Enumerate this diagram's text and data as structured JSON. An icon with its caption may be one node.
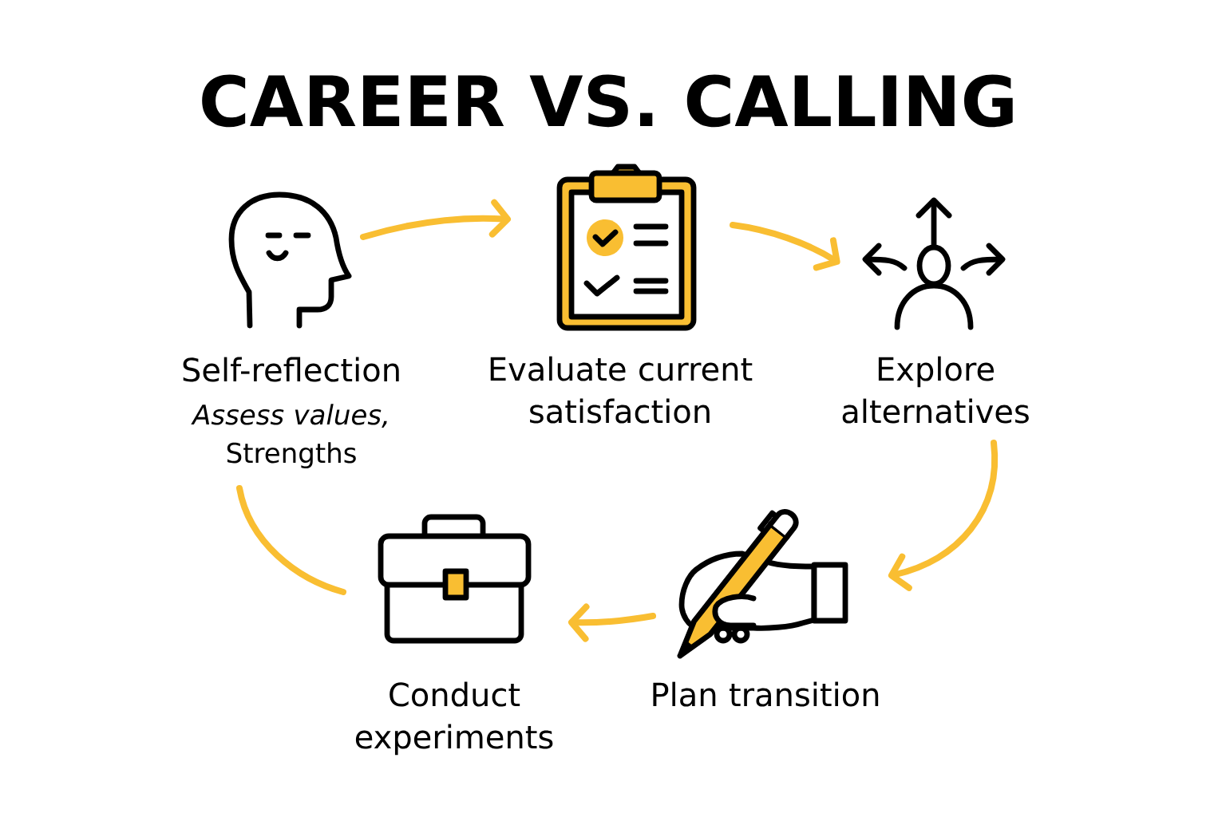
{
  "diagram": {
    "title": "CAREER VS. CALLING",
    "nodes": [
      {
        "text": [
          "Self-reflection",
          "*Assess values,* Strengths"
        ]
      },
      {
        "text": [
          "Evaluate current satisfaction"
        ]
      },
      {
        "text": [
          "Explore alternatives"
        ]
      },
      {
        "text": [
          "Conduct experiments"
        ]
      },
      {
        "text": [
          "Plan transition"
        ]
      }
    ],
    "edges": [
      {
        "from": 0,
        "to": 1,
        "arrow": "to"
      },
      {
        "from": 1,
        "to": 2,
        "arrow": "to"
      },
      {
        "from": 2,
        "to": 4,
        "arrow": "to"
      },
      {
        "from": 4,
        "to": 3,
        "arrow": "to"
      },
      {
        "from": 3,
        "to": 0,
        "arrow": "none"
      }
    ]
  }
}
